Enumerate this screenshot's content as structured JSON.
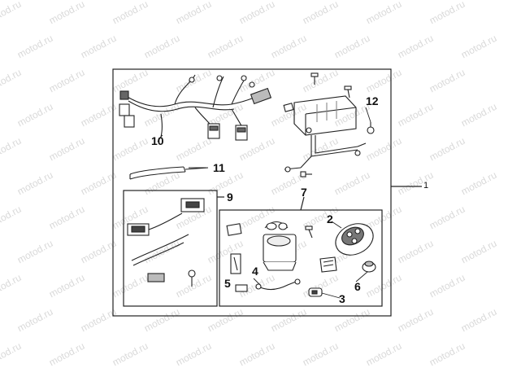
{
  "watermark": {
    "text": "motod.ru"
  },
  "callouts": {
    "c1": "1",
    "c2": "2",
    "c3": "3",
    "c4": "4",
    "c5": "5",
    "c6": "6",
    "c7": "7",
    "c9": "9",
    "c10": "10",
    "c11": "11",
    "c12": "12"
  },
  "colors": {
    "line": "#222222",
    "shade": "#8a8a8a",
    "watermark": "#d9d9d9"
  },
  "icons": [
    "wire-harness-icon",
    "cable-tie-icon",
    "bracket-icon",
    "bolt-icon",
    "remote-fob-icon",
    "siren-module-icon",
    "led-icon",
    "switch-icon",
    "grommet-icon",
    "connector-icon"
  ]
}
